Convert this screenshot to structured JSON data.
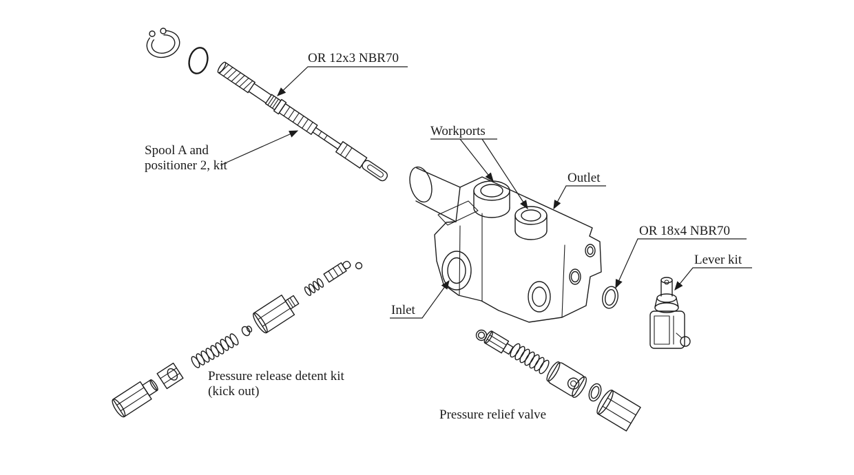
{
  "diagram": {
    "labels": {
      "or_12x3": "OR 12x3 NBR70",
      "spool_kit_line1": "Spool A and",
      "spool_kit_line2": "positioner 2, kit",
      "workports": "Workports",
      "outlet": "Outlet",
      "or_18x4": "OR 18x4 NBR70",
      "lever_kit": "Lever kit",
      "inlet": "Inlet",
      "detent_kit_line1": "Pressure release detent kit",
      "detent_kit_line2": "(kick out)",
      "relief_valve": "Pressure relief valve"
    },
    "colors": {
      "line": "#1c1c1c",
      "background": "#ffffff"
    }
  }
}
